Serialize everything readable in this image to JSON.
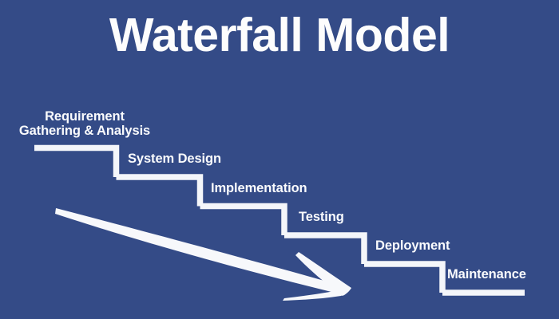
{
  "title": "Waterfall Model",
  "theme": {
    "background": "#344b87",
    "foreground": "#fafbfd",
    "step_line": "#f4f6fa",
    "arrow": "#f7f8fb"
  },
  "stages": [
    {
      "label": "Requirement\nGathering & Analysis",
      "order": 1
    },
    {
      "label": "System Design",
      "order": 2
    },
    {
      "label": "Implementation",
      "order": 3
    },
    {
      "label": "Testing",
      "order": 4
    },
    {
      "label": "Deployment",
      "order": 5
    },
    {
      "label": "Maintenance",
      "order": 6
    }
  ],
  "flow_arrow": {
    "name": "downward-progress-arrow",
    "direction": "top-left to bottom-right"
  }
}
